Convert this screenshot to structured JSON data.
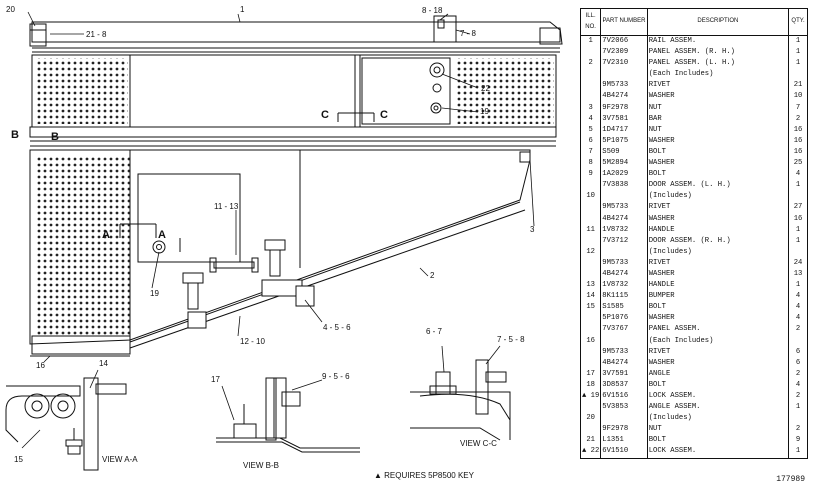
{
  "table": {
    "headers": {
      "ref": "ILL. NO.",
      "part_number": "PART NUMBER",
      "description": "DESCRIPTION",
      "qty": "QTY."
    },
    "rows": [
      {
        "ref": "1",
        "pn": "7V2066",
        "desc": "RAIL ASSEM.",
        "qty": "1"
      },
      {
        "ref": "",
        "pn": "7V2309",
        "desc": "PANEL ASSEM. (R. H.)",
        "qty": "1"
      },
      {
        "ref": "2",
        "pn": "7V2310",
        "desc": "PANEL ASSEM. (L. H.)",
        "qty": "1"
      },
      {
        "ref": "",
        "pn": "",
        "desc": "(Each Includes)",
        "qty": ""
      },
      {
        "ref": "",
        "pn": "9M5733",
        "desc": "RIVET",
        "qty": "21"
      },
      {
        "ref": "",
        "pn": "4B4274",
        "desc": "WASHER",
        "qty": "10"
      },
      {
        "ref": "3",
        "pn": "9F2978",
        "desc": "NUT",
        "qty": "7"
      },
      {
        "ref": "4",
        "pn": "3V7581",
        "desc": "BAR",
        "qty": "2"
      },
      {
        "ref": "5",
        "pn": "1D4717",
        "desc": "NUT",
        "qty": "16"
      },
      {
        "ref": "6",
        "pn": "5P1075",
        "desc": "WASHER",
        "qty": "16"
      },
      {
        "ref": "7",
        "pn": "S509",
        "desc": "BOLT",
        "qty": "16"
      },
      {
        "ref": "8",
        "pn": "5M2894",
        "desc": "WASHER",
        "qty": "25"
      },
      {
        "ref": "9",
        "pn": "1A2029",
        "desc": "BOLT",
        "qty": "4"
      },
      {
        "ref": "",
        "pn": "7V3838",
        "desc": "DOOR ASSEM. (L. H.)",
        "qty": "1"
      },
      {
        "ref": "10",
        "pn": "",
        "desc": "(Includes)",
        "qty": ""
      },
      {
        "ref": "",
        "pn": "9M5733",
        "desc": "RIVET",
        "qty": "27"
      },
      {
        "ref": "",
        "pn": "4B4274",
        "desc": "WASHER",
        "qty": "16"
      },
      {
        "ref": "11",
        "pn": "1V8732",
        "desc": "HANDLE",
        "qty": "1"
      },
      {
        "ref": "",
        "pn": "7V3712",
        "desc": "DOOR ASSEM. (R. H.)",
        "qty": "1"
      },
      {
        "ref": "12",
        "pn": "",
        "desc": "(Includes)",
        "qty": ""
      },
      {
        "ref": "",
        "pn": "9M5733",
        "desc": "RIVET",
        "qty": "24"
      },
      {
        "ref": "",
        "pn": "4B4274",
        "desc": "WASHER",
        "qty": "13"
      },
      {
        "ref": "13",
        "pn": "1V8732",
        "desc": "HANDLE",
        "qty": "1"
      },
      {
        "ref": "14",
        "pn": "8K1115",
        "desc": "BUMPER",
        "qty": "4"
      },
      {
        "ref": "15",
        "pn": "S1585",
        "desc": "BOLT",
        "qty": "4"
      },
      {
        "ref": "",
        "pn": "5P1076",
        "desc": "WASHER",
        "qty": "4"
      },
      {
        "ref": "",
        "pn": "7V3767",
        "desc": "PANEL ASSEM.",
        "qty": "2"
      },
      {
        "ref": "16",
        "pn": "",
        "desc": "(Each Includes)",
        "qty": ""
      },
      {
        "ref": "",
        "pn": "9M5733",
        "desc": "RIVET",
        "qty": "6"
      },
      {
        "ref": "",
        "pn": "4B4274",
        "desc": "WASHER",
        "qty": "6"
      },
      {
        "ref": "17",
        "pn": "3V7591",
        "desc": "ANGLE",
        "qty": "2"
      },
      {
        "ref": "18",
        "pn": "3D8537",
        "desc": "BOLT",
        "qty": "4"
      },
      {
        "ref": "▲ 19",
        "pn": "6V1516",
        "desc": "LOCK ASSEM.",
        "qty": "2"
      },
      {
        "ref": "",
        "pn": "5V3853",
        "desc": "ANGLE ASSEM.",
        "qty": "1"
      },
      {
        "ref": "20",
        "pn": "",
        "desc": "(Includes)",
        "qty": ""
      },
      {
        "ref": "",
        "pn": "9F2978",
        "desc": "NUT",
        "qty": "2"
      },
      {
        "ref": "21",
        "pn": "L1351",
        "desc": "BOLT",
        "qty": "9"
      },
      {
        "ref": "▲ 22",
        "pn": "6V1510",
        "desc": "LOCK ASSEM.",
        "qty": "1"
      }
    ]
  },
  "callouts": {
    "c1": "1",
    "c2": "2",
    "c3": "3",
    "c4": "4 - 5 - 6",
    "c6": "6 - 7",
    "c7": "7 - 8",
    "c8": "8 - 18",
    "c9": "9 - 5 - 6",
    "c11": "11 - 13",
    "c12": "12 - 10",
    "c14": "14",
    "c15": "15",
    "c16": "16",
    "c17": "17",
    "c19": "19",
    "c19b": "19",
    "c20": "20",
    "c21": "21 - 8",
    "c22": "22",
    "c75": "7 - 5 - 8"
  },
  "section_marks": {
    "a": "A",
    "b": "B",
    "c": "C"
  },
  "views": {
    "aa": "VIEW A-A",
    "bb": "VIEW B-B",
    "cc": "VIEW C-C"
  },
  "note": "▲ REQUIRES 5P8500 KEY",
  "drawing_number": "177989"
}
